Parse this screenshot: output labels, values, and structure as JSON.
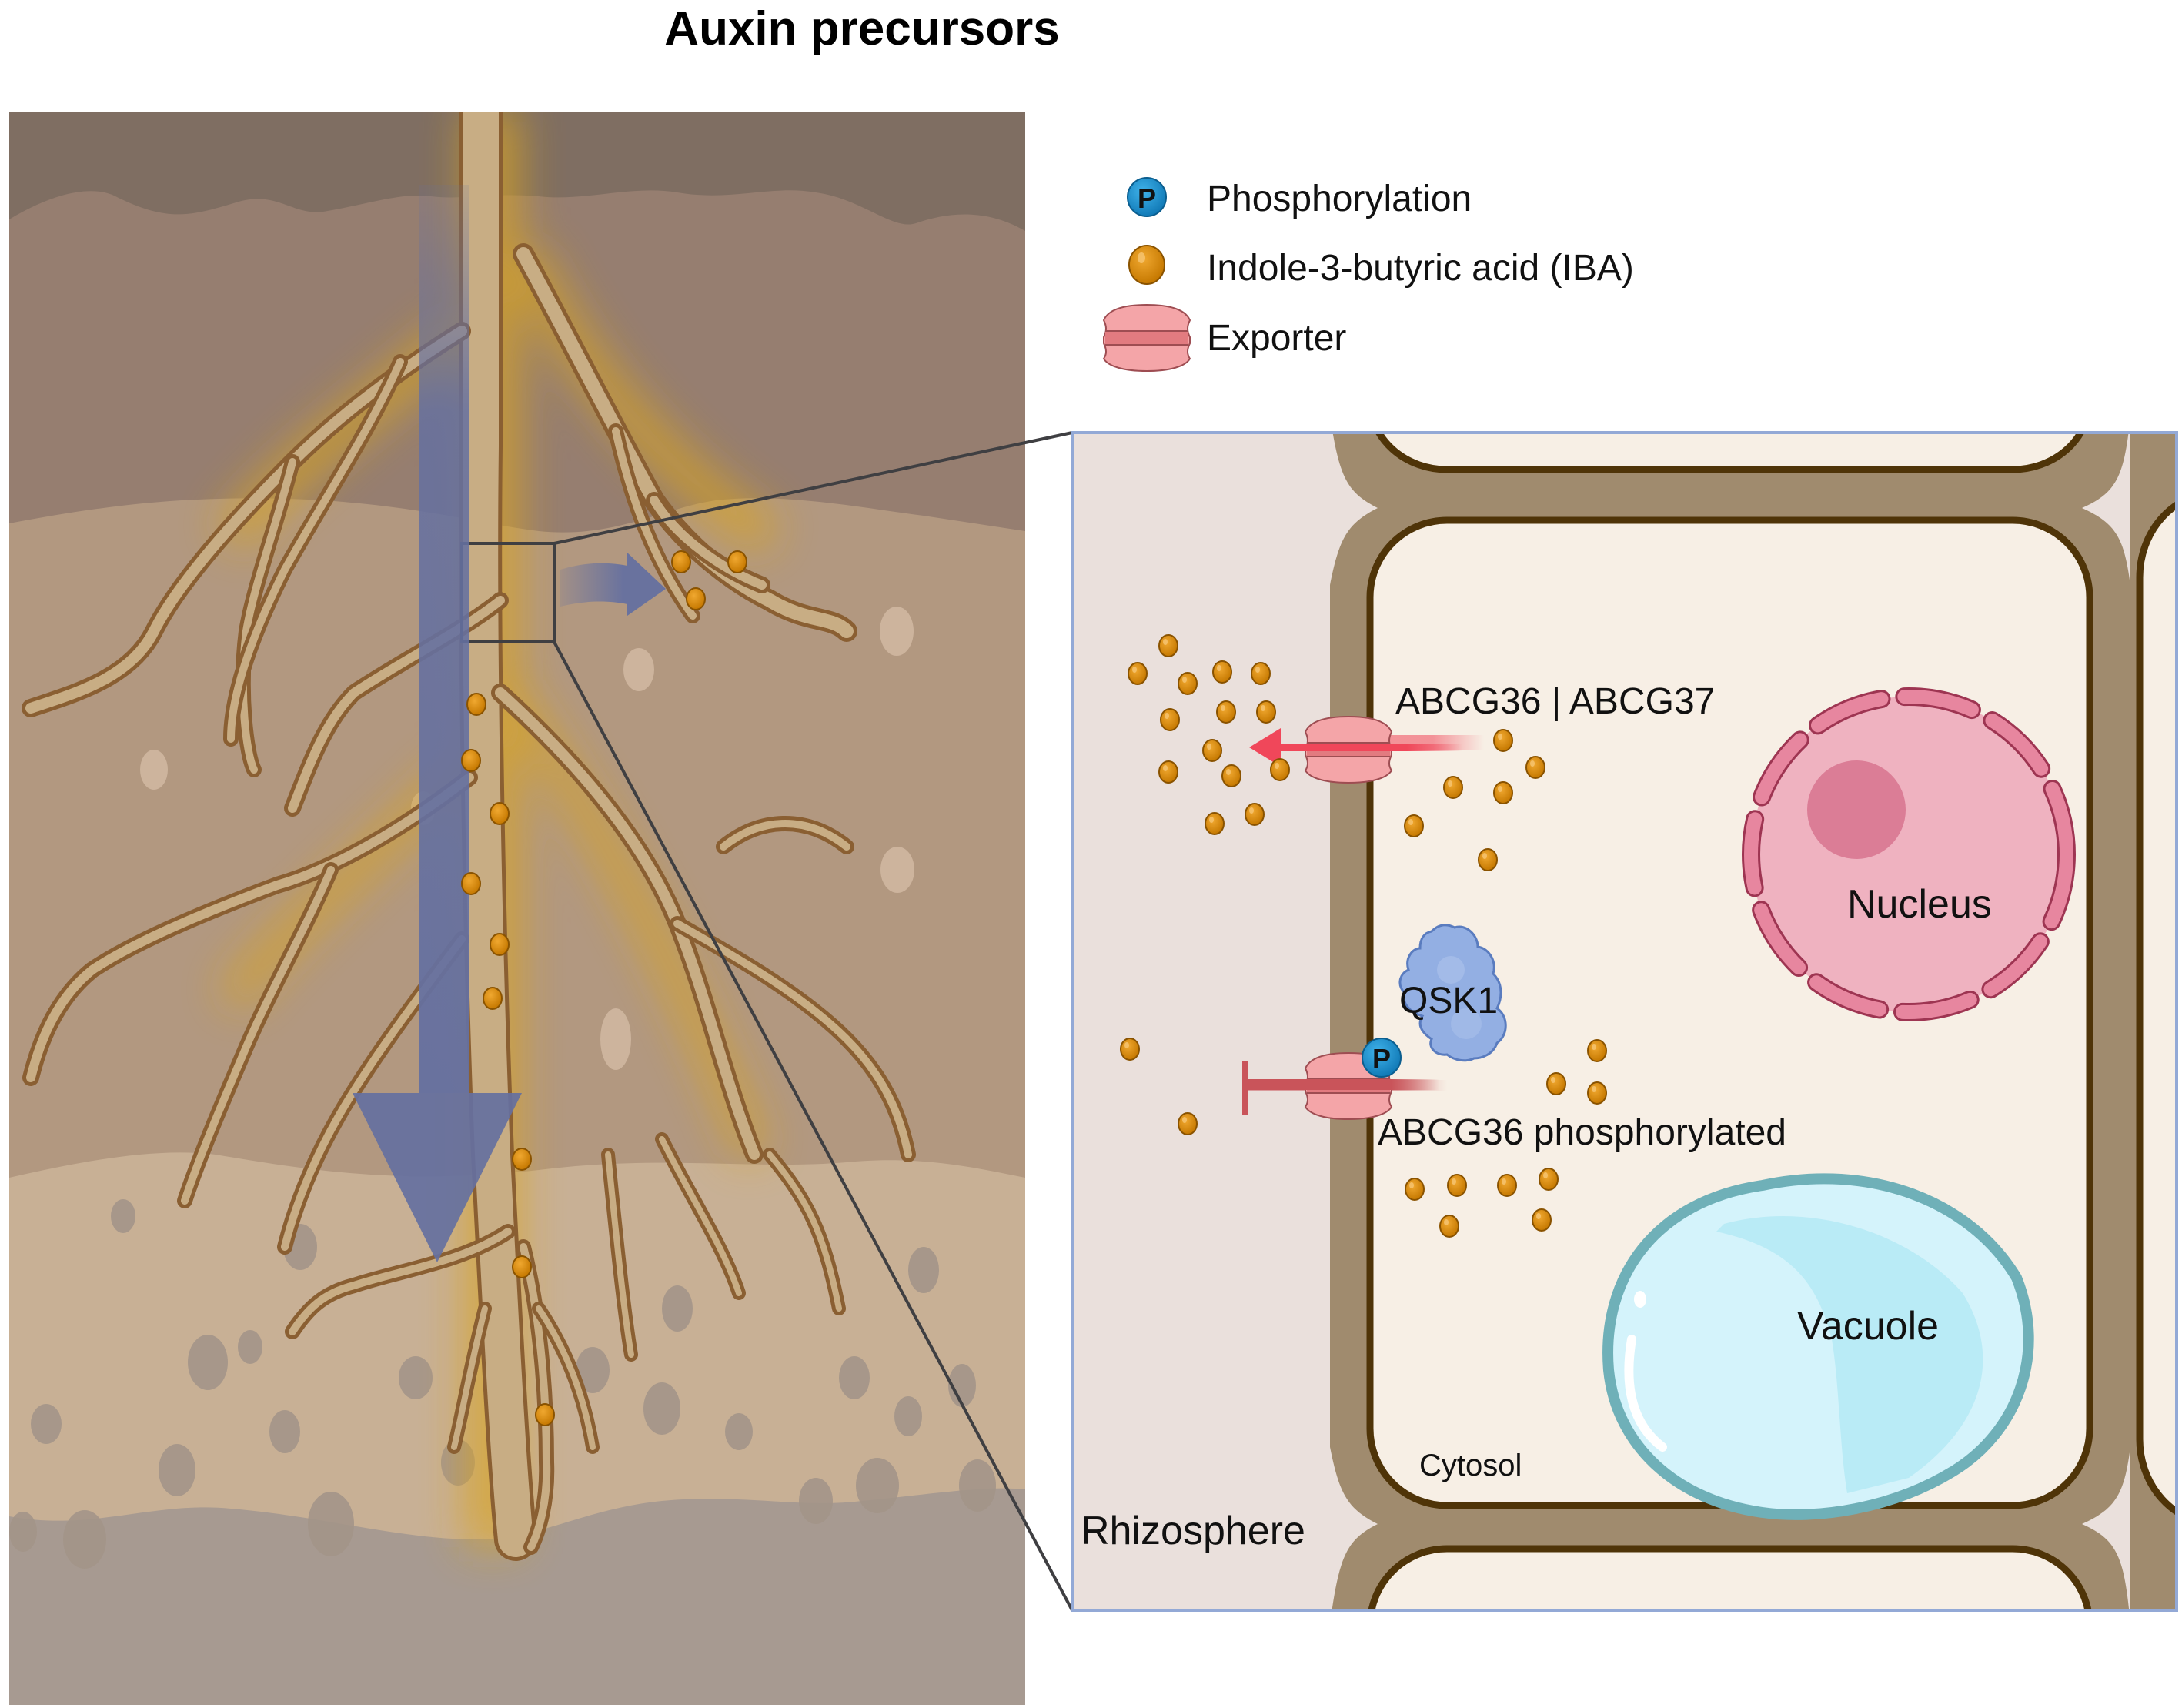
{
  "figure": {
    "title": "Auxin precursors"
  },
  "legend": {
    "items": [
      {
        "icon": "phosphorylation-icon",
        "glyph": "P",
        "label": "Phosphorylation"
      },
      {
        "icon": "iba-molecule-icon",
        "label": "Indole-3-butyric acid (IBA)"
      },
      {
        "icon": "exporter-icon",
        "label": "Exporter"
      }
    ]
  },
  "cell_panel": {
    "labels": {
      "exporter_active": "ABCG36 | ABCG37",
      "kinase": "QSK1",
      "exporter_phosphorylated": "ABCG36 phosphorylated",
      "nucleus": "Nucleus",
      "vacuole": "Vacuole",
      "cytosol": "Cytosol",
      "rhizosphere": "Rhizosphere"
    },
    "phospho_glyph": "P"
  },
  "colors": {
    "iba": "#d98a0c",
    "iba_edge": "#8a5300",
    "phospho": "#1b8fcf",
    "exporter": "#f4a5a8",
    "exporter_band": "#e27b80",
    "export_arrow": "#f0475a",
    "inhibit": "#c9545a",
    "cell_wall": "#a08b6e",
    "membrane": "#4f3408",
    "cytosol": "#f7efe5",
    "apoplast": "#eae0dc",
    "nucleus": "#efb2c0",
    "nucleolus": "#db7d96",
    "vacuole": "#d4f3fb",
    "vacuole_edge": "#6fb0b8",
    "kinase": "#93afe3",
    "transport_arrow": "#6570a0",
    "root": "#c8ad84",
    "root_edge": "#8a5f32"
  }
}
